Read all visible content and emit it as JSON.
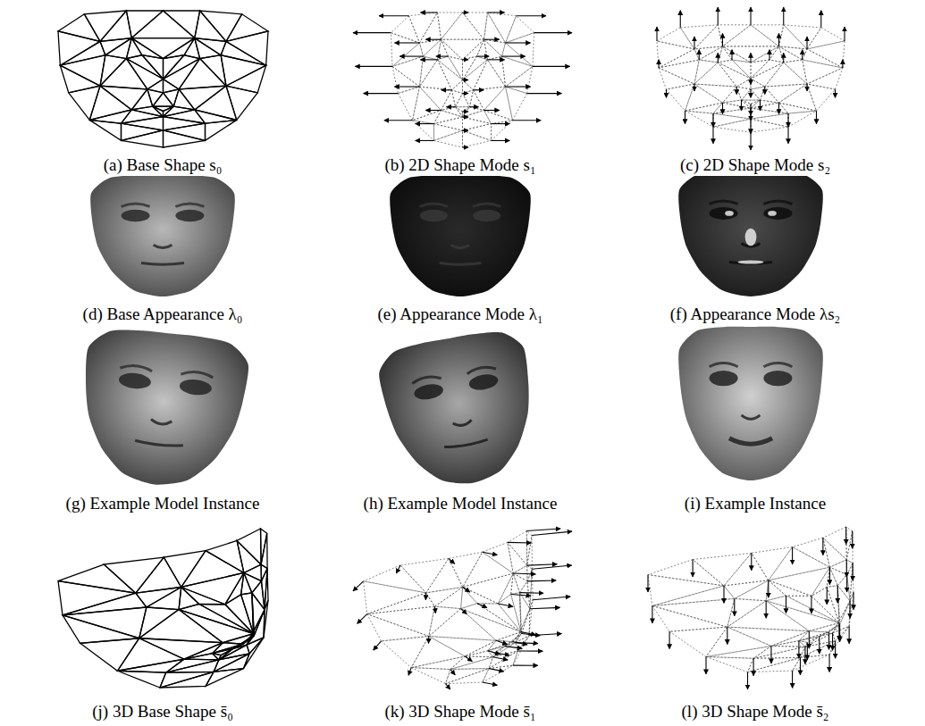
{
  "diagram": {
    "labels": [
      "(a) Base Shape s₀",
      "(b) 2D Shape Mode s₁",
      "(c) 2D Shape Mode s₂",
      "(d) Base Appearance λ₀",
      "(e) Appearance Mode λ₁",
      "(f) Appearance Mode λs₂",
      "(g) Example Model Instance",
      "(h) Example Model Instance",
      "(i) Example Instance",
      "(j) 3D Base Shape s̄₀",
      "(k) 3D Shape Mode s̄₁",
      "(l) 3D Shape Mode s̄₂"
    ]
  }
}
